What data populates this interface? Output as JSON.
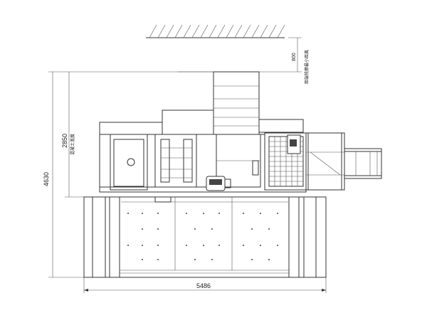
{
  "dimensions": {
    "total_height": "4630",
    "concrete_height": "2850",
    "ceiling_clearance": "800",
    "total_width": "5486"
  },
  "labels": {
    "ceiling_note": "距端铣擦最小距离",
    "concrete_note": "混凝土宽度"
  }
}
